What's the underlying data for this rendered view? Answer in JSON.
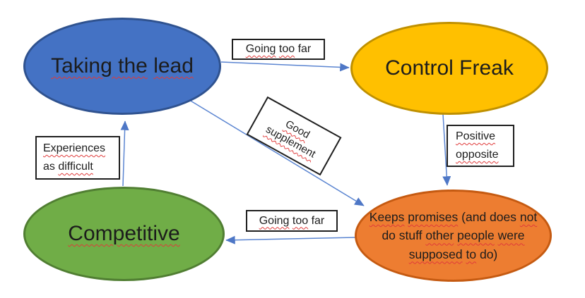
{
  "diagram": {
    "title": "Personality traits concept map",
    "colors": {
      "node_blue_fill": "#4472C4",
      "node_blue_border": "#2F528F",
      "node_gold_fill": "#FFC000",
      "node_gold_border": "#BF9000",
      "node_green_fill": "#70AD47",
      "node_green_border": "#507E32",
      "node_orange_fill": "#ED7D31",
      "node_orange_border": "#C55A11",
      "connector": "#4f7bce",
      "spellcheck_squiggle": "#e03a3a",
      "label_box_border": "#1f1f1f",
      "label_box_fill": "#ffffff"
    },
    "nodes": {
      "taking_the_lead": {
        "text": "Taking the lead",
        "lines": [
          [
            {
              "t": "Taking the",
              "w": true
            },
            {
              "t": " "
            },
            {
              "t": "lead",
              "w": true
            }
          ]
        ]
      },
      "control_freak": {
        "text": "Control Freak",
        "lines": [
          [
            {
              "t": "Control Freak"
            }
          ]
        ]
      },
      "competitive": {
        "text": "Competitive",
        "lines": [
          [
            {
              "t": "Competitive",
              "w": true
            }
          ]
        ]
      },
      "keeps_promises": {
        "text": "Keeps promises (and does not do stuff other people were supposed to do)",
        "lines": [
          [
            {
              "t": "Keeps",
              "w": true
            },
            {
              "t": " "
            },
            {
              "t": "promises",
              "w": true
            },
            {
              "t": " (and does "
            },
            {
              "t": "not",
              "w": true
            }
          ],
          [
            {
              "t": "do stuff "
            },
            {
              "t": "other",
              "w": true
            },
            {
              "t": " "
            },
            {
              "t": "people",
              "w": true
            },
            {
              "t": " "
            },
            {
              "t": "were",
              "w": true
            }
          ],
          [
            {
              "t": "supposed",
              "w": true
            },
            {
              "t": " "
            },
            {
              "t": "to",
              "w": true
            },
            {
              "t": " do)"
            }
          ]
        ]
      }
    },
    "edge_labels": {
      "going_too_far_top": {
        "text": "Going too far",
        "lines": [
          [
            {
              "t": "Going",
              "w": true
            },
            {
              "t": " "
            },
            {
              "t": "too",
              "w": true
            },
            {
              "t": " far"
            }
          ]
        ]
      },
      "good_supplement": {
        "text": "Good supplement",
        "rotation_deg": 29,
        "lines": [
          [
            {
              "t": "Good",
              "w": true
            }
          ],
          [
            {
              "t": "supplement",
              "w": true
            }
          ]
        ]
      },
      "experiences_as_difficult": {
        "text": "Experiences as difficult",
        "lines": [
          [
            {
              "t": "Experiences",
              "w": true
            }
          ],
          [
            {
              "t": "as "
            },
            {
              "t": "difficult",
              "w": true
            }
          ]
        ]
      },
      "positive_opposite": {
        "text": "Positive opposite",
        "lines": [
          [
            {
              "t": "Positive",
              "w": true
            }
          ],
          [
            {
              "t": "opposite",
              "w": true
            }
          ]
        ]
      },
      "going_too_far_bottom": {
        "text": "Going too far",
        "lines": [
          [
            {
              "t": "Going",
              "w": true
            },
            {
              "t": " "
            },
            {
              "t": "too",
              "w": true
            },
            {
              "t": " far"
            }
          ]
        ]
      }
    },
    "edges": [
      {
        "from": "taking_the_lead",
        "to": "control_freak",
        "label": "Going too far"
      },
      {
        "from": "taking_the_lead",
        "to": "keeps_promises",
        "label": "Good supplement"
      },
      {
        "from": "control_freak",
        "to": "keeps_promises",
        "label": "Positive opposite"
      },
      {
        "from": "keeps_promises",
        "to": "competitive",
        "label": "Going too far"
      },
      {
        "from": "competitive",
        "to": "taking_the_lead",
        "label": "Experiences as difficult"
      }
    ]
  }
}
